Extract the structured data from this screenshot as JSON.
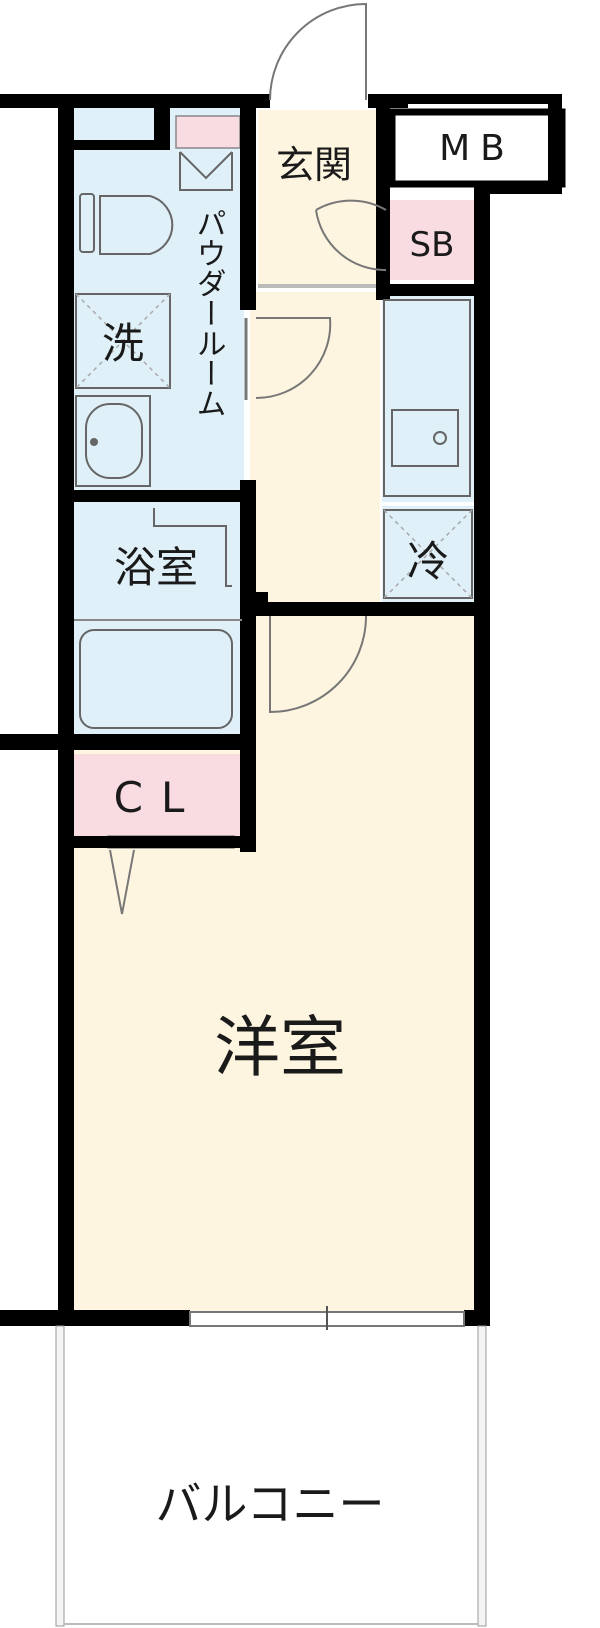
{
  "rooms": {
    "entrance": "玄関",
    "mb": "MB",
    "sb": "SB",
    "powder_room": "パウダールーム",
    "washer": "洗",
    "bathroom": "浴室",
    "fridge": "冷",
    "closet": "CL",
    "western_room": "洋室",
    "balcony": "バルコニー"
  },
  "colors": {
    "wall": "#000000",
    "wet_area": "#dff0f8",
    "dry_area": "#fdf5df",
    "storage": "#f9dbe2",
    "balcony": "#ffffff"
  }
}
